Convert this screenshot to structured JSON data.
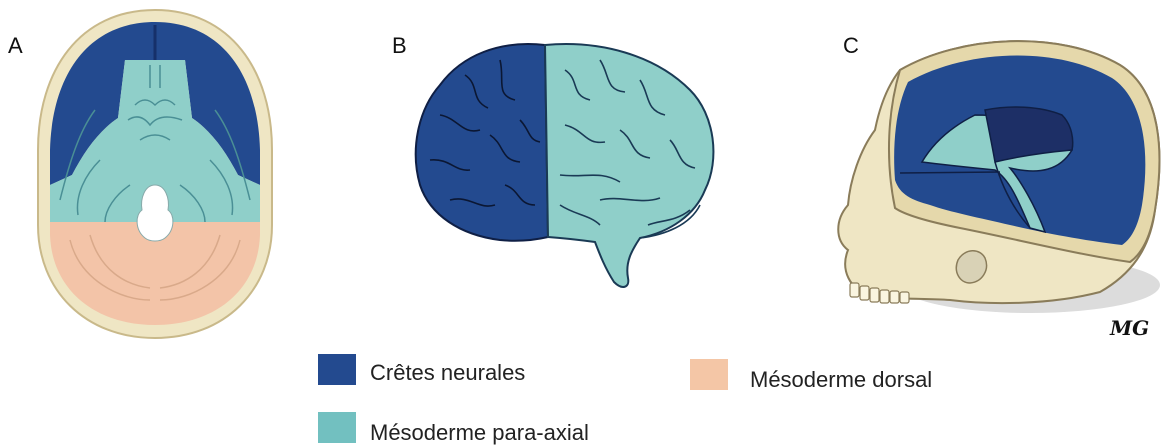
{
  "panels": [
    {
      "letter": "A"
    },
    {
      "letter": "B"
    },
    {
      "letter": "C"
    }
  ],
  "legend": [
    {
      "label": "Crêtes neurales",
      "color": "#234a8f"
    },
    {
      "label": "Mésoderme dorsal",
      "color": "#f4c6a6"
    },
    {
      "label": "Mésoderme para-axial",
      "color": "#72c0c0"
    }
  ],
  "colors": {
    "neural_crest": "#234a8f",
    "paraxial": "#8fcfc9",
    "dorsal": "#f2c2a6",
    "bone": "#efe6c4",
    "bone_outline": "#c9b98a",
    "line": "#1a3a55"
  },
  "signature": "MG"
}
